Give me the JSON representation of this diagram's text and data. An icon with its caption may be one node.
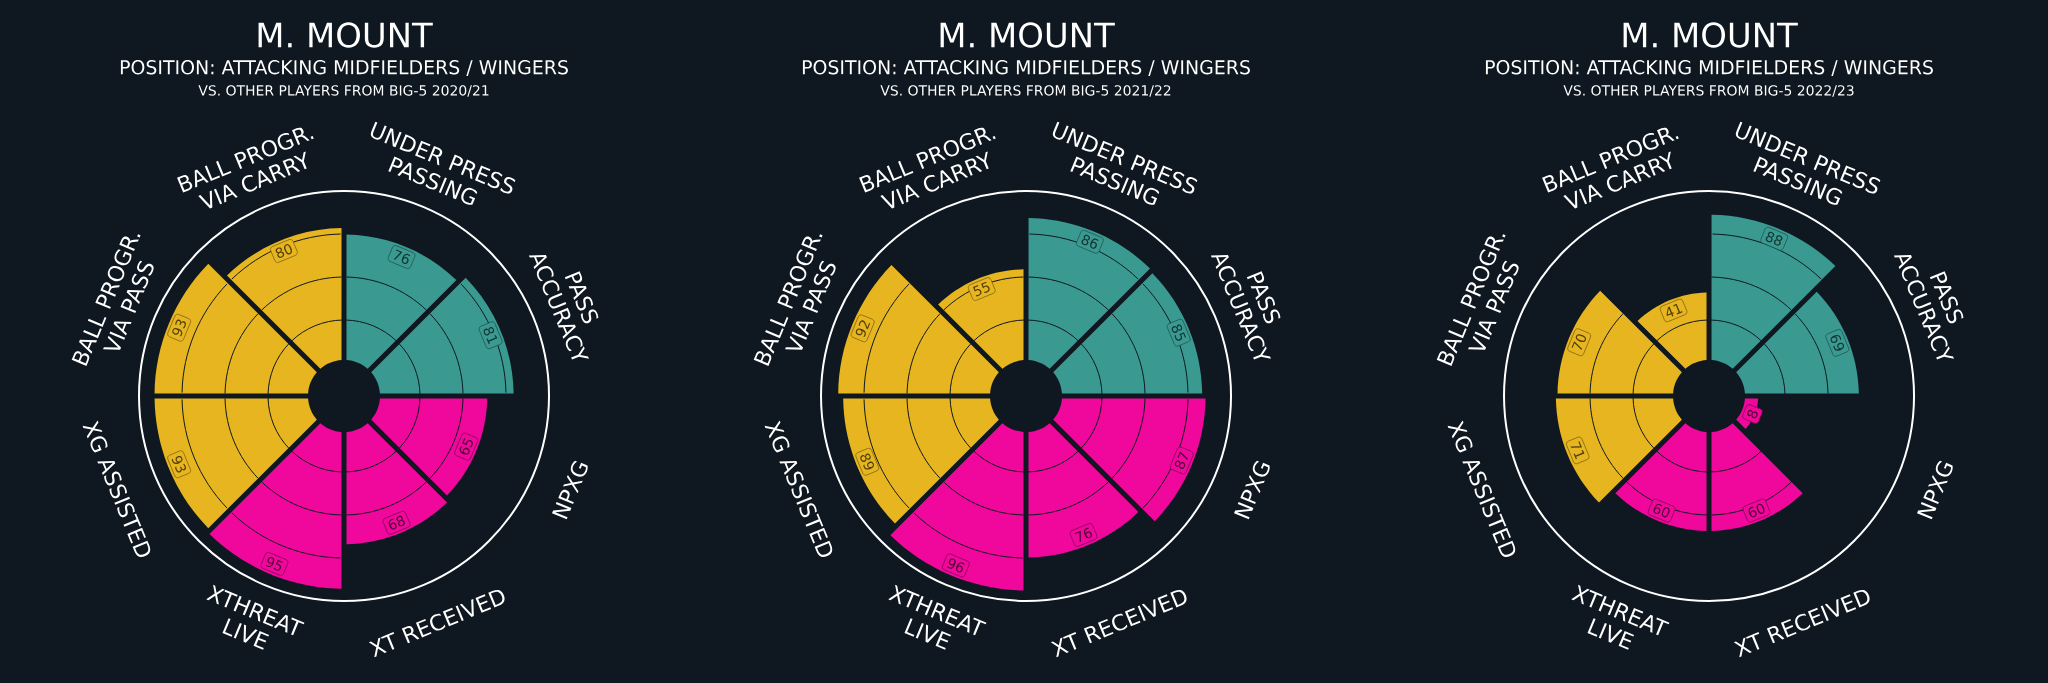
{
  "diagram": {
    "labels": [
      "M. MOUNT",
      "POSITION: ATTACKING MIDFIELDERS / WINGERS",
      "VS. OTHER PLAYERS FROM BIG-5 2020/21",
      "UNDER PRESS PASSING",
      "PASS ACCURACY",
      "NPXG",
      "XT RECEIVED",
      "XTHREAT LIVE",
      "XG ASSISTED",
      "BALL PROGR. VIA PASS",
      "BALL PROGR. VIA CARRY",
      "M. MOUNT",
      "POSITION: ATTACKING MIDFIELDERS / WINGERS",
      "VS. OTHER PLAYERS FROM BIG-5 2021/22",
      "UNDER PRESS PASSING",
      "PASS ACCURACY",
      "NPXG",
      "XT RECEIVED",
      "XTHREAT LIVE",
      "XG ASSISTED",
      "BALL PROGR. VIA PASS",
      "BALL PROGR. VIA CARRY",
      "M. MOUNT",
      "POSITION: ATTACKING MIDFIELDERS / WINGERS",
      "VS. OTHER PLAYERS FROM BIG-5 2022/23",
      "UNDER PRESS PASSING",
      "PASS ACCURACY",
      "NPXG",
      "XT RECEIVED",
      "XTHREAT LIVE",
      "XG ASSISTED",
      "BALL PROGR. VIA PASS",
      "BALL PROGR. VIA CARRY"
    ],
    "nodes": [
      {
        "text": [
          "76"
        ]
      },
      {
        "text": [
          "81"
        ]
      },
      {
        "text": [
          "65"
        ]
      },
      {
        "text": [
          "68"
        ]
      },
      {
        "text": [
          "95"
        ]
      },
      {
        "text": [
          "93"
        ]
      },
      {
        "text": [
          "93"
        ]
      },
      {
        "text": [
          "80"
        ]
      },
      {
        "text": [
          "86"
        ]
      },
      {
        "text": [
          "85"
        ]
      },
      {
        "text": [
          "87"
        ]
      },
      {
        "text": [
          "76"
        ]
      },
      {
        "text": [
          "96"
        ]
      },
      {
        "text": [
          "89"
        ]
      },
      {
        "text": [
          "92"
        ]
      },
      {
        "text": [
          "55"
        ]
      },
      {
        "text": [
          "88"
        ]
      },
      {
        "text": [
          "69"
        ]
      },
      {
        "text": [
          "8"
        ]
      },
      {
        "text": [
          "60"
        ]
      },
      {
        "text": [
          "60"
        ]
      },
      {
        "text": [
          "71"
        ]
      },
      {
        "text": [
          "70"
        ]
      },
      {
        "text": [
          "41"
        ]
      }
    ]
  }
}
